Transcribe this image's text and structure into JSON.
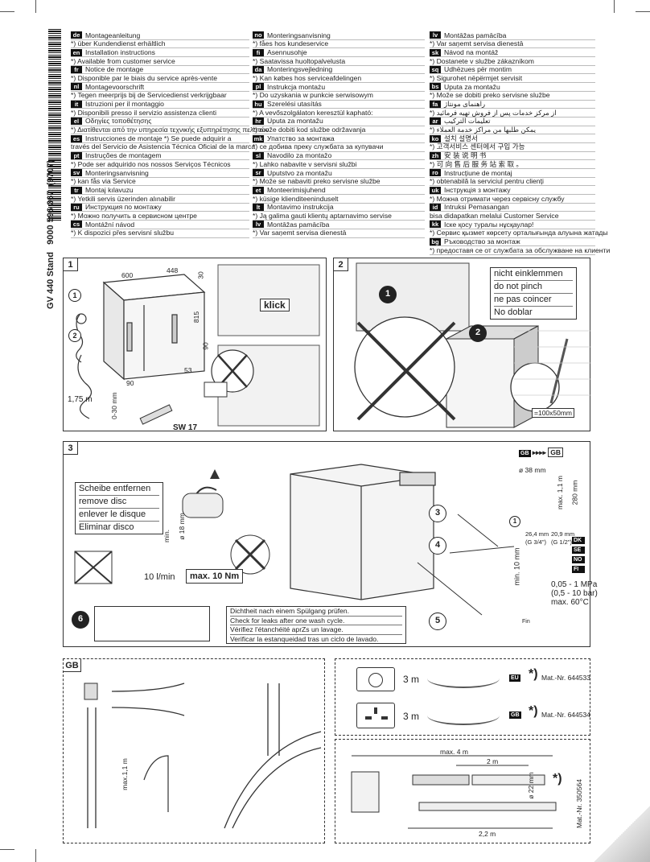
{
  "side": {
    "code": "GV 440 Stand",
    "part": "9000 596 367",
    "rev": "(9707)"
  },
  "col1": [
    {
      "tag": "de",
      "title": "Montageanleitung",
      "note": "*) über Kundendienst erhältlich"
    },
    {
      "tag": "en",
      "title": "Installation instructions",
      "note": "*) Available from customer service"
    },
    {
      "tag": "fr",
      "title": "Notice de montage",
      "note": "*) Disponible par le biais du service après-vente"
    },
    {
      "tag": "nl",
      "title": "Montagevoorschrift",
      "note": "*) Tegen meerprijs bij de Servicedienst verkrijgbaar"
    },
    {
      "tag": "it",
      "title": "Istruzioni per il montaggio",
      "note": "*) Disponibili presso il servizio assistenza clienti"
    },
    {
      "tag": "el",
      "title": "Οδηγίες τοποθέτησης",
      "note": "*) Διατίθενται από την υπηρεσία τεχνικής εξυπηρέτησης πελατών"
    },
    {
      "tag": "es",
      "title": "Instrucciones de montaje    *) Se puede adquirir a",
      "note": "través del Servicio de Asistencia Técnica Oficial de la marca"
    },
    {
      "tag": "pt",
      "title": "Instruções de montagem",
      "note": "*) Pode ser adquirido nos nossos Serviços Técnicos"
    },
    {
      "tag": "sv",
      "title": "Monteringsanvisning",
      "note": "*) kan fås via Service"
    },
    {
      "tag": "tr",
      "title": "Montaj kılavuzu",
      "note": "*) Yetkili servis üzerinden alınabilir"
    },
    {
      "tag": "ru",
      "title": "Инструкция по монтажу",
      "note": "*) Можно получить в сервисном центре"
    },
    {
      "tag": "cs",
      "title": "Montážní návod",
      "note": "*) K dispozici přes servisní službu"
    }
  ],
  "col2": [
    {
      "tag": "no",
      "title": "Monteringsanvisning",
      "note": "*) fåes hos kundeservice"
    },
    {
      "tag": "fi",
      "title": "Asennusohje",
      "note": "*) Saatavissa huoltopalvelusta"
    },
    {
      "tag": "da",
      "title": "Monteringsvejledning",
      "note": "*) Kan købes hos serviceafdelingen"
    },
    {
      "tag": "pl",
      "title": "Instrukcja montażu",
      "note": "*) Do uzyskania w punkcie serwisowym"
    },
    {
      "tag": "hu",
      "title": "Szerelési utasítás",
      "note": "*) A vevőszolgálaton keresztül kapható:"
    },
    {
      "tag": "hr",
      "title": "Uputa za montažu",
      "note": "*) može dobiti kod službe održavanja"
    },
    {
      "tag": "mk",
      "title": "Упатство за монтажа",
      "note": "*) се добива преку службата за купувачи"
    },
    {
      "tag": "sl",
      "title": "Navodilo za montažo",
      "note": "*) Lahko nabavite v servisni službi"
    },
    {
      "tag": "sr",
      "title": "Uputstvo za montažu",
      "note": "*) Može se nabaviti preko servisne službe"
    },
    {
      "tag": "et",
      "title": "Monteerimisjuhend",
      "note": "*) küsige klienditeeninduselt"
    },
    {
      "tag": "lt",
      "title": "Montavimo instrukcija",
      "note": "*) Ją galima gauti klientų aptarnavimo servise"
    },
    {
      "tag": "lv",
      "title": "Montāžas pamācība",
      "note": "*) Var saņemt servisa dienestā"
    }
  ],
  "col3": [
    {
      "tag": "lv",
      "title": "Montāžas pamācība",
      "note": "*) Var saņemt servisa dienestā"
    },
    {
      "tag": "sk",
      "title": "Návod na montáž",
      "note": "*) Dostanete v službe zákazníkom"
    },
    {
      "tag": "sq",
      "title": "Udhëzues për montim",
      "note": "*) Sigurohet nëpërmjet servisit"
    },
    {
      "tag": "bs",
      "title": "Uputa za montažu",
      "note": "*) Može se dobiti preko servisne službe"
    },
    {
      "tag": "fa",
      "title": "راهنمای مونتاژ",
      "note": "*) از مرکز خدمات پس از فروش تهیه فرمائید"
    },
    {
      "tag": "ar",
      "title": "تعليمات التركيب",
      "note": "*) يمكن طلبها من مراكز خدمة العملاء"
    },
    {
      "tag": "ko",
      "title": "설치 설명서",
      "note": "*) 고객서비스 센터에서 구입 가능"
    },
    {
      "tag": "zh",
      "title": "安 装 说 明 书",
      "note": "*) 可 向 售 后 服 务 站 索 取 。"
    },
    {
      "tag": "ro",
      "title": "Instrucțiune de montaj",
      "note": "*) obtenabilă la serviciul pentru clienți"
    },
    {
      "tag": "uk",
      "title": "Інструкція з монтажу",
      "note": "*) Можна отримати через сервісну службу"
    },
    {
      "tag": "id",
      "title": "Intruksi Pemasangan",
      "note": "   bisa didapatkan melalui Customer Service"
    },
    {
      "tag": "kk",
      "title": "Іске қосу туралы нұсқаулар!",
      "note": "*) Сервис қызмет көрсету орталығында алуына жатады"
    },
    {
      "tag": "bg",
      "title": "Ръководство за монтаж",
      "note": "*) предоставя се от службата за обслужване на клиенти"
    }
  ],
  "fig1": {
    "num": "1",
    "dims": [
      "600",
      "448",
      "30",
      "815",
      "90",
      "53",
      "90"
    ],
    "hose_len": "1,75 m",
    "range": "0-30 mm",
    "wrench": "SW 17",
    "klick": "klick",
    "c1": "1",
    "c2": "2"
  },
  "fig2": {
    "num": "2",
    "warnings": [
      "nicht einklemmen",
      "do not pinch",
      "ne pas coincer",
      "No doblar"
    ],
    "c1": "1",
    "c2": "2",
    "size": "=100x50mm"
  },
  "fig3": {
    "num": "3",
    "disc": [
      "Scheibe entfernen",
      "remove disc",
      "enlever le disque",
      "Eliminar disco"
    ],
    "diam": "ø 18 mm",
    "min": "min.",
    "flow": "10 l/min",
    "torque": "max. 10 Nm",
    "step6": "6",
    "check": [
      "Dichtheit nach einem Spülgang prüfen.",
      "Check for leaks after one wash cycle.",
      "Vérifiez l'étanchéité aprZs un lavage.",
      "Verificar la estanqueidad tras un ciclo de lavado."
    ],
    "c3": "3",
    "c4": "4",
    "c5": "5",
    "gb": "GB",
    "d38": "ø 38 mm",
    "max11": "max. 1,1 m",
    "mm280": "280 mm",
    "c1": "1",
    "thread1": "26,4 mm",
    "thread2": "20,9 mm",
    "g34": "(G 3/4\")",
    "g12": "(G 1/2\")",
    "min10": "min. 10 mm",
    "countries": [
      "DK",
      "SE",
      "NO",
      "FI"
    ],
    "pressure1": "0,05 - 1 MPa",
    "pressure2": "(0,5 - 10 bar)",
    "temp": "max. 60°C",
    "fin": "Fin"
  },
  "figGB": {
    "gb": "GB",
    "max": "max.1,1 m"
  },
  "accessories": [
    {
      "len": "3 m",
      "flag": "EU",
      "star": "*)",
      "mat": "Mat.-Nr. 644533"
    },
    {
      "len": "3 m",
      "flag": "GB",
      "star": "*)",
      "mat": "Mat.-Nr. 644534"
    }
  ],
  "extension": {
    "max4": "max. 4 m",
    "m2a": "2 m",
    "m2b": "2,2 m",
    "d22": "ø 22 mm",
    "star": "*)",
    "mat": "Mat.-Nr. 350564"
  }
}
